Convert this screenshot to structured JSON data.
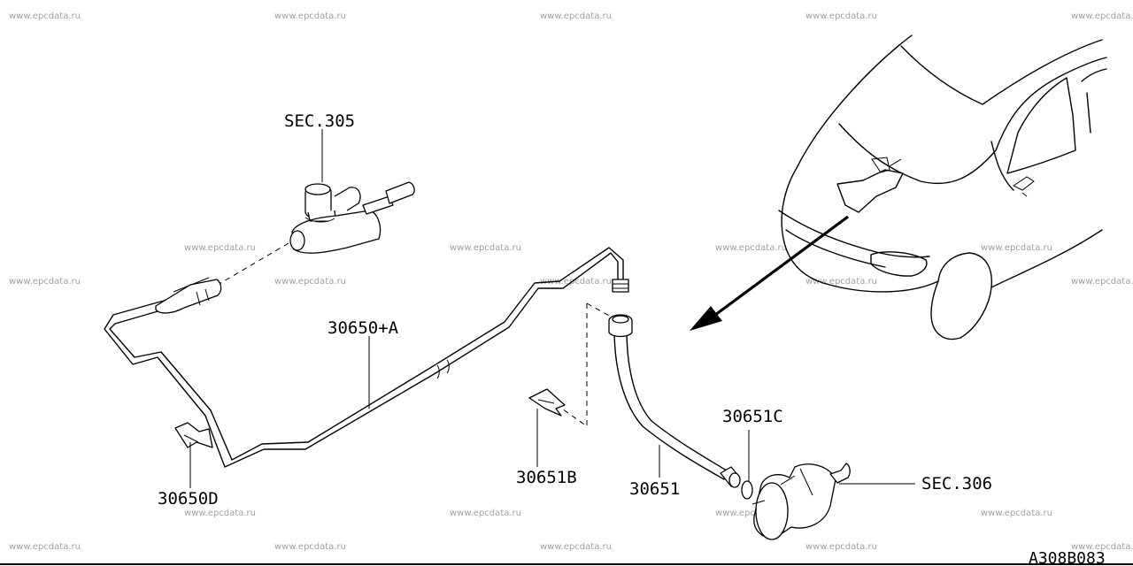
{
  "watermark": "www.epcdata.ru",
  "labels": {
    "sec_305": "SEC.305",
    "pipe_assembly": "30650+A",
    "clamp": "30650D",
    "bracket": "30651B",
    "hose": "30651",
    "washer": "30651C",
    "sec_306": "SEC.306"
  },
  "diagram_code": "A308B083"
}
